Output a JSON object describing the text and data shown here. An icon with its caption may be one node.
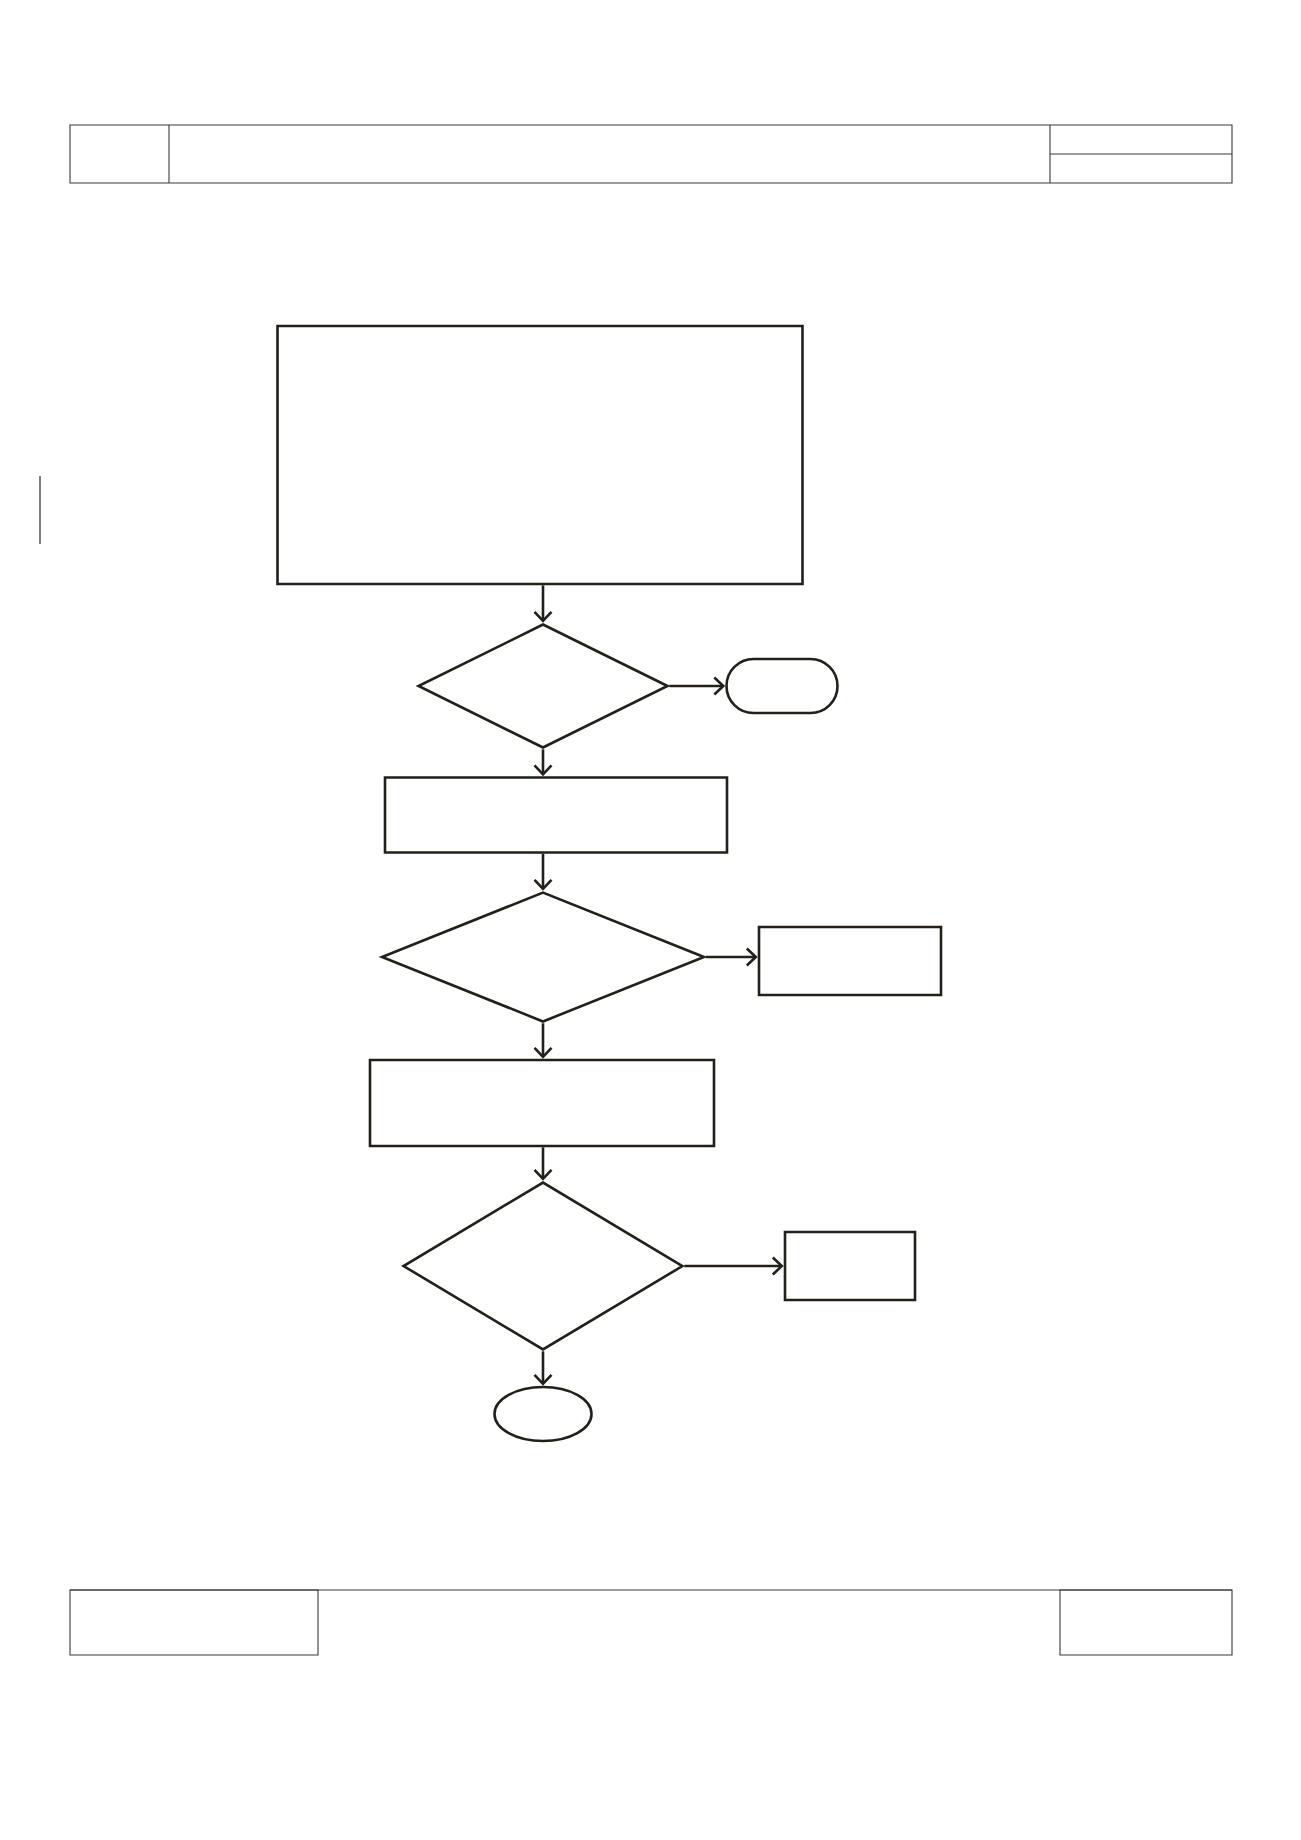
{
  "diagram": {
    "nodes": [
      {
        "text": [],
        "shape": "box"
      },
      {
        "text": [],
        "shape": "diamond"
      },
      {
        "text": [],
        "shape": "pill"
      },
      {
        "text": [],
        "shape": "box"
      },
      {
        "text": [],
        "shape": "diamond"
      },
      {
        "text": [],
        "shape": "box"
      },
      {
        "text": [],
        "shape": "box"
      },
      {
        "text": [],
        "shape": "diamond"
      },
      {
        "text": [],
        "shape": "box"
      },
      {
        "text": [],
        "shape": "ellipse"
      }
    ],
    "edges": [
      {
        "from": 0,
        "to": 1,
        "arrow": "to"
      },
      {
        "from": 1,
        "to": 2,
        "arrow": "to"
      },
      {
        "from": 1,
        "to": 3,
        "arrow": "to"
      },
      {
        "from": 3,
        "to": 4,
        "arrow": "to"
      },
      {
        "from": 4,
        "to": 5,
        "arrow": "to"
      },
      {
        "from": 4,
        "to": 6,
        "arrow": "to"
      },
      {
        "from": 6,
        "to": 7,
        "arrow": "to"
      },
      {
        "from": 7,
        "to": 8,
        "arrow": "to"
      },
      {
        "from": 7,
        "to": 9,
        "arrow": "to"
      }
    ]
  }
}
